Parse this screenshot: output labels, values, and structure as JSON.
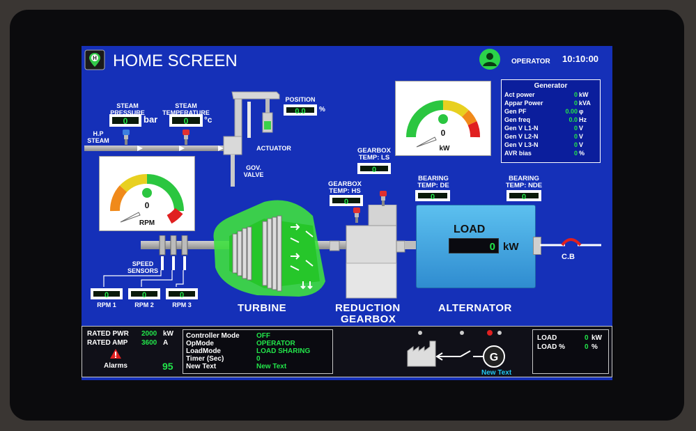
{
  "header": {
    "title": "HOME SCREEN",
    "user_role": "OPERATOR",
    "time": "10:10:00"
  },
  "steam": {
    "pressure_label": "STEAM PRESSURE",
    "pressure_value": "0",
    "pressure_unit": "bar",
    "temperature_label": "STEAM TEMPERATURE",
    "temperature_value": "0",
    "temperature_unit": "°c",
    "inlet_label": "H.P STEAM"
  },
  "actuator": {
    "position_label": "POSITION",
    "position_value": "0.0",
    "position_unit": "%",
    "actuator_label": "ACTUATOR",
    "valve_label": "GOV. VALVE"
  },
  "rpm_gauge": {
    "value": "0",
    "unit": "RPM",
    "level": 0
  },
  "kw_gauge": {
    "value": "0",
    "unit": "kW",
    "level": 0
  },
  "generator": {
    "title": "Generator",
    "rows": [
      {
        "name": "Act power",
        "value": "0",
        "unit": "kW"
      },
      {
        "name": "Appar Power",
        "value": "0",
        "unit": "kVA"
      },
      {
        "name": "Gen PF",
        "value": "0.00",
        "unit": "φ"
      },
      {
        "name": "Gen freq",
        "value": "0.0",
        "unit": "Hz"
      },
      {
        "name": "Gen V L1-N",
        "value": "0",
        "unit": "V"
      },
      {
        "name": "Gen V L2-N",
        "value": "0",
        "unit": "V"
      },
      {
        "name": "Gen V L3-N",
        "value": "0",
        "unit": "V"
      },
      {
        "name": "AVR bias",
        "value": "0",
        "unit": "%"
      }
    ]
  },
  "gearbox": {
    "temp_ls_label": "GEARBOX TEMP: LS",
    "temp_ls_value": "0",
    "temp_hs_label": "GEARBOX TEMP: HS",
    "temp_hs_value": "0",
    "label_line1": "REDUCTION",
    "label_line2": "GEARBOX"
  },
  "bearing": {
    "de_label": "BEARING TEMP: DE",
    "de_value": "0",
    "nde_label": "BEARING TEMP: NDE",
    "nde_value": "0"
  },
  "alternator": {
    "label": "ALTERNATOR",
    "load_label": "LOAD",
    "load_value": "0",
    "load_unit": "kW"
  },
  "breaker": {
    "label": "C.B"
  },
  "turbine": {
    "label": "TURBINE"
  },
  "speed_sensors": {
    "label": "SPEED SENSORS",
    "rpm1_label": "RPM 1",
    "rpm1_value": "0",
    "rpm2_label": "RPM 2",
    "rpm2_value": "0",
    "rpm3_label": "RPM 3",
    "rpm3_value": "0"
  },
  "footer": {
    "rated_pwr_label": "RATED PWR",
    "rated_pwr_value": "2000",
    "rated_pwr_unit": "kW",
    "rated_amp_label": "RATED AMP",
    "rated_amp_value": "3600",
    "rated_amp_unit": "A",
    "alarms_label": "Alarms",
    "alarms_count": "95",
    "status": [
      {
        "name": "Controller Mode",
        "value": "OFF"
      },
      {
        "name": "OpMode",
        "value": "OPERATOR"
      },
      {
        "name": "LoadMode",
        "value": "LOAD SHARING"
      },
      {
        "name": "Timer (Sec)",
        "value": "0"
      },
      {
        "name": "New Text",
        "value": "New Text"
      }
    ],
    "generator_caption": "New Text",
    "load_label": "LOAD",
    "load_value": "0",
    "load_unit": "kW",
    "load_pct_label": "LOAD %",
    "load_pct_value": "0",
    "load_pct_unit": "%"
  },
  "colors": {
    "screen_bg": "#1530b8",
    "value_green": "#22e54a",
    "alternator_blue": "#3aa7e0",
    "turbine_glow": "#3fe040"
  }
}
